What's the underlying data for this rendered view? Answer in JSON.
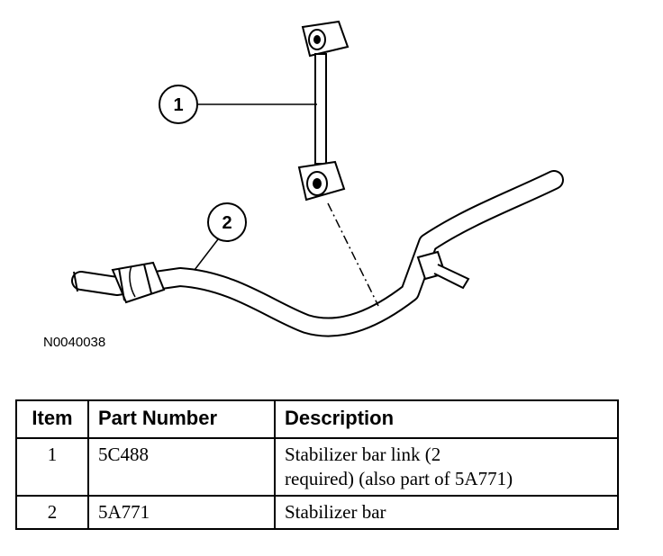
{
  "figure": {
    "id_label": "N0040038",
    "callouts": [
      {
        "number": "1",
        "target": "stabilizer-bar-link"
      },
      {
        "number": "2",
        "target": "stabilizer-bar"
      }
    ]
  },
  "table": {
    "headers": [
      "Item",
      "Part Number",
      "Description"
    ],
    "rows": [
      {
        "item": "1",
        "part_number": "5C488",
        "description_lines": [
          "Stabilizer bar link (2",
          "required) (also part of 5A771)"
        ]
      },
      {
        "item": "2",
        "part_number": "5A771",
        "description_lines": [
          "Stabilizer bar"
        ]
      }
    ]
  }
}
